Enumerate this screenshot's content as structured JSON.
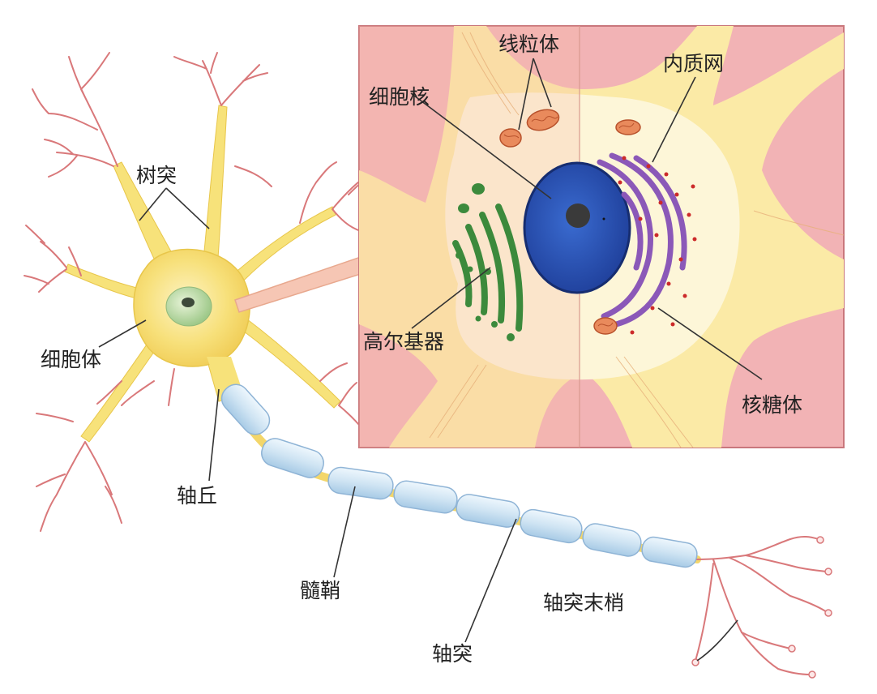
{
  "labels": {
    "dendrite": "树突",
    "cell_body": "细胞体",
    "axon_hillock": "轴丘",
    "myelin_sheath": "髓鞘",
    "axon": "轴突",
    "axon_terminal": "轴突末梢",
    "mitochondria": "线粒体",
    "endoplasmic_reticulum": "内质网",
    "nucleus": "细胞核",
    "golgi": "高尔基器",
    "ribosome": "核糖体"
  },
  "colors": {
    "inset_background": "#f2b3b5",
    "cytoplasm": "#fbeaa6",
    "neuron_body": "#f7e27a",
    "dendrite_branch": "#d9787a",
    "myelin": "#cfe4f3",
    "nucleus": "#2f52b0",
    "golgi": "#3c8a3c",
    "er": "#8b58b8",
    "mitochondria": "#e98a5c",
    "ribosome": "#cc2a2a"
  }
}
